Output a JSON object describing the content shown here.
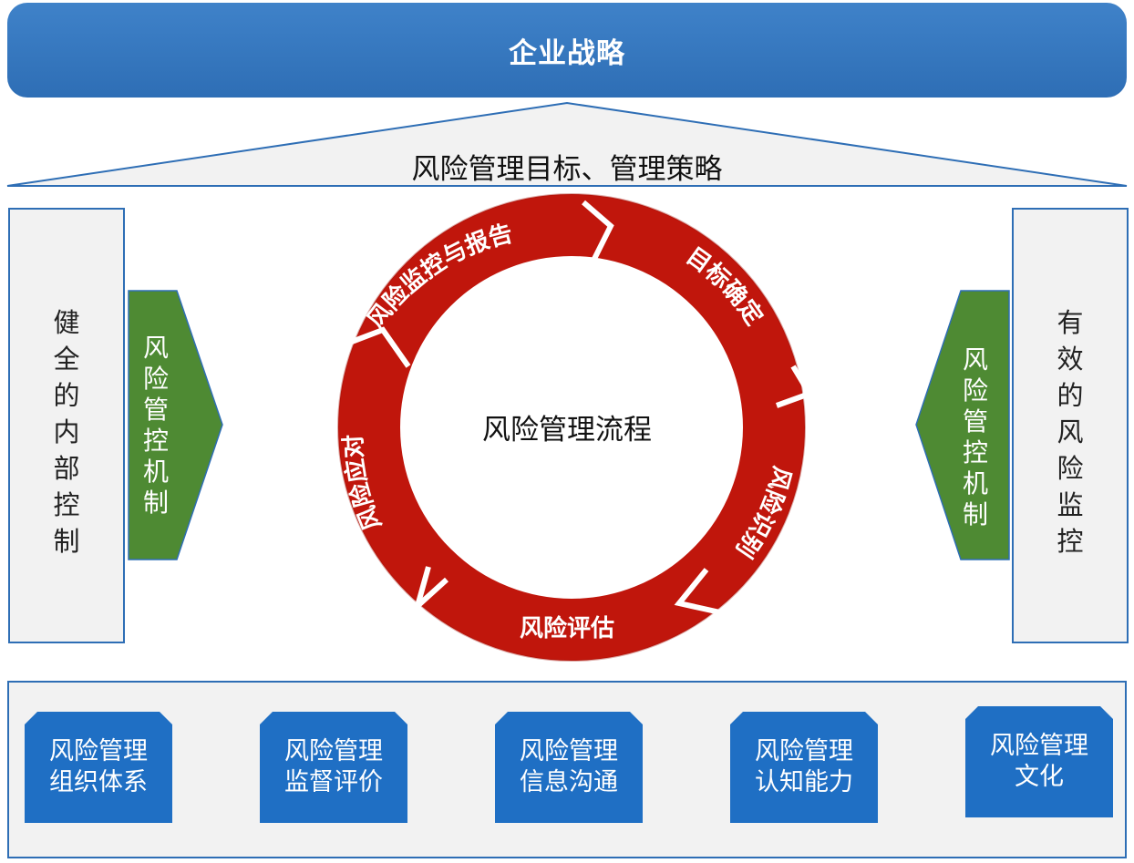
{
  "header": {
    "title": "企业战略"
  },
  "roof": {
    "label": "风险管理目标、管理策略"
  },
  "left_pillar": {
    "label": "健全的内部控制",
    "arrow_label": "风险管控机制"
  },
  "right_pillar": {
    "label": "有效的风险监控",
    "arrow_label": "风险管控机制"
  },
  "cycle": {
    "center": "风险管理流程",
    "steps": [
      "目标确定",
      "风险识别",
      "风险评估",
      "风险应对",
      "风险监控与报告"
    ]
  },
  "foundation": {
    "cards": [
      "风险管理组织体系",
      "风险管理监督评价",
      "风险管理信息沟通",
      "风险管理认知能力",
      "风险管理文化"
    ]
  },
  "colors": {
    "banner": "#2e6eb5",
    "cycle": "#c0160c",
    "arrows": "#4e8a33",
    "cards": "#1f6fc4"
  }
}
